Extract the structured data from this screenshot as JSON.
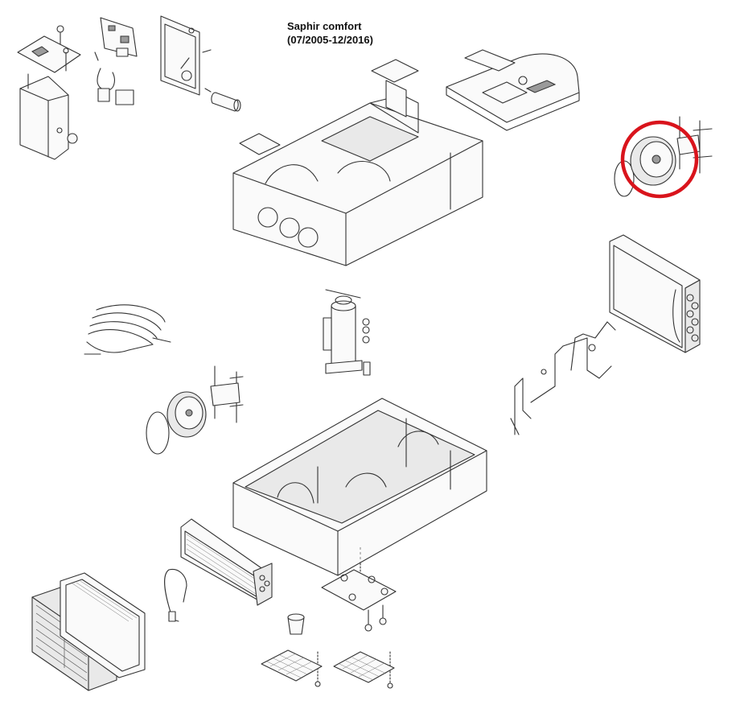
{
  "title": {
    "line1": "Saphir comfort",
    "line2": "(07/2005-12/2016)"
  },
  "highlight": {
    "color": "#d9141c",
    "target": "blower-fan-wheel"
  },
  "parts": [
    "control-board-bracket",
    "electronic-control-board",
    "mounting-plate",
    "capacitor",
    "upper-housing",
    "top-cover",
    "condenser-blower-fan",
    "evaporator-coil",
    "wiring-harness",
    "compressor",
    "evaporator-blower-fan",
    "refrigerant-tubing",
    "base-pan",
    "condenser-coil",
    "thermostat-sensor",
    "return-air-grille",
    "air-filter",
    "drain-plug",
    "mounting-frame-plate",
    "fixing-screws",
    "filter-mesh-left",
    "filter-mesh-right"
  ]
}
